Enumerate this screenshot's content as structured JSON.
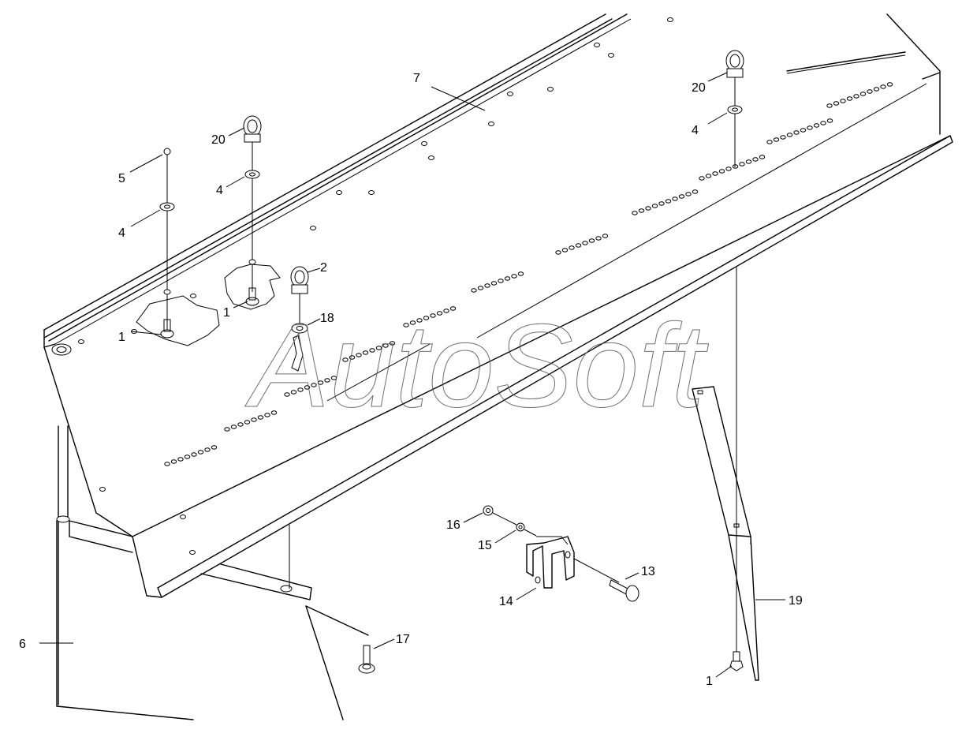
{
  "watermark": "AutoSoft",
  "callouts": [
    {
      "id": "c7",
      "label": "7"
    },
    {
      "id": "c20a",
      "label": "20"
    },
    {
      "id": "c20b",
      "label": "20"
    },
    {
      "id": "c4a",
      "label": "4"
    },
    {
      "id": "c4b",
      "label": "4"
    },
    {
      "id": "c4c",
      "label": "4"
    },
    {
      "id": "c5",
      "label": "5"
    },
    {
      "id": "c2",
      "label": "2"
    },
    {
      "id": "c18",
      "label": "18"
    },
    {
      "id": "c1a",
      "label": "1"
    },
    {
      "id": "c1b",
      "label": "1"
    },
    {
      "id": "c1c",
      "label": "1"
    },
    {
      "id": "c16",
      "label": "16"
    },
    {
      "id": "c15",
      "label": "15"
    },
    {
      "id": "c13",
      "label": "13"
    },
    {
      "id": "c14",
      "label": "14"
    },
    {
      "id": "c17",
      "label": "17"
    },
    {
      "id": "c19",
      "label": "19"
    },
    {
      "id": "c6",
      "label": "6"
    }
  ]
}
